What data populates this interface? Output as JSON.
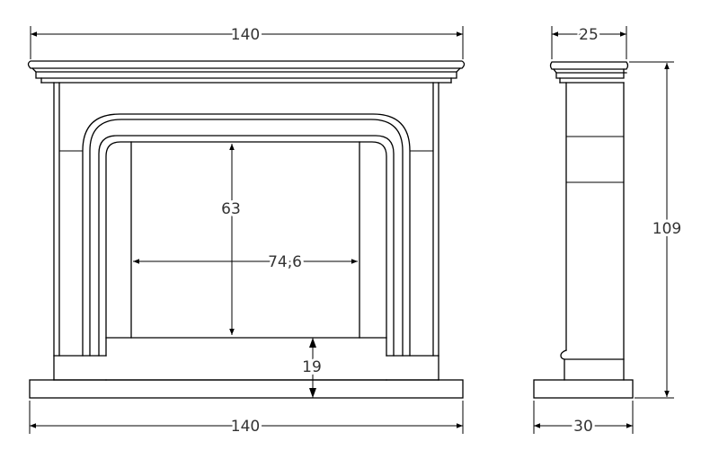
{
  "dimensions": {
    "front_top_width": "140",
    "front_bottom_width": "140",
    "opening_height": "63",
    "opening_width": "74,6",
    "hearth_height": "19",
    "side_top_depth": "25",
    "side_total_height": "109",
    "side_base_depth": "30"
  },
  "colors": {
    "line": "#000000",
    "text": "#333333",
    "background": "#ffffff"
  }
}
